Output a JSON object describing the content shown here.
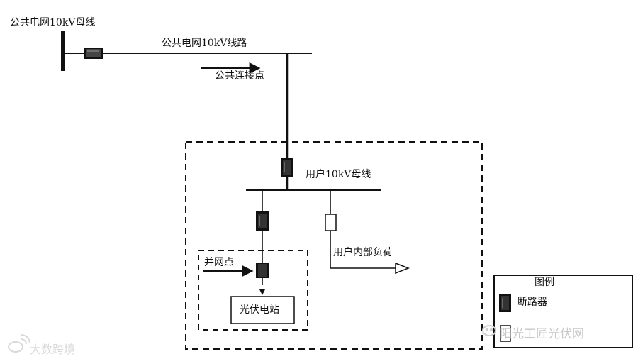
{
  "labels": {
    "public_bus": "公共电网10kV母线",
    "public_line": "公共电网10kV线路",
    "pcc": "公共连接点",
    "user_bus": "用户10kV母线",
    "grid_point": "并网点",
    "internal_load": "用户内部负荷",
    "pv_station": "光伏电站"
  },
  "legend": {
    "title": "图例",
    "breaker": "断路器"
  },
  "watermarks": {
    "left": "大数跨境",
    "right": "阳光工匠光伏网"
  },
  "colors": {
    "line": "#111111",
    "breaker_fill": "#222222",
    "watermark": "#d9d9d9"
  }
}
